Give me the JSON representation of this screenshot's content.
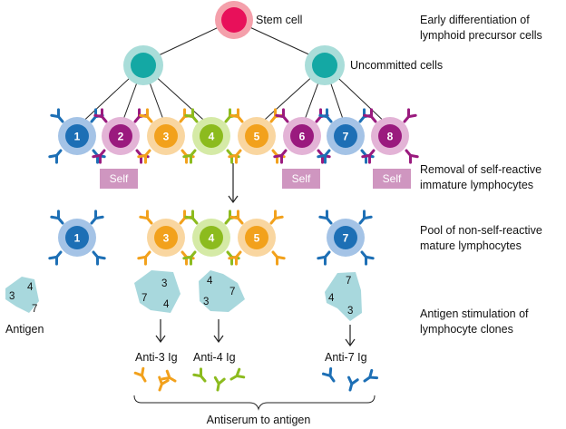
{
  "labels": {
    "stem_cell": "Stem cell",
    "uncommitted": "Uncommitted cells",
    "self": "Self",
    "antigen": "Antigen",
    "anti3": "Anti-3 Ig",
    "anti4": "Anti-4 Ig",
    "anti7": "Anti-7 Ig",
    "antiserum": "Antiserum to antigen"
  },
  "stages": [
    {
      "line1": "Early differentiation of",
      "line2": "lymphoid precursor cells"
    },
    {
      "line1": "Removal of self-reactive",
      "line2": "immature lymphocytes"
    },
    {
      "line1": "Pool of non-self-reactive",
      "line2": "mature lymphocytes"
    },
    {
      "line1": "Antigen stimulation of",
      "line2": "lymphocyte clones"
    }
  ],
  "cells": [
    "1",
    "2",
    "3",
    "4",
    "5",
    "6",
    "7",
    "8"
  ],
  "pool_cells": [
    "1",
    "3",
    "4",
    "5",
    "7"
  ],
  "epitopes": {
    "free_antigen": [
      "3",
      "4",
      "7"
    ],
    "antigen_3": [
      "3",
      "7",
      "4"
    ],
    "antigen_4": [
      "4",
      "3",
      "7"
    ],
    "antigen_7": [
      "7",
      "4",
      "3"
    ]
  },
  "colors": {
    "stem_ring": "#f4a0ab",
    "stem_core": "#e8105a",
    "uncommitted_ring": "#a9ddd9",
    "uncommitted_core": "#14a8a4",
    "cell1": "#1d6fb5",
    "cell2": "#9a1a7e",
    "cell3": "#f2a11c",
    "cell4": "#8cbb1e",
    "cell5": "#f2a11c",
    "cell6": "#9a1a7e",
    "cell7": "#1d6fb5",
    "cell8": "#9a1a7e",
    "self_box": "#cf96c0",
    "antigen": "#a8d8dd"
  }
}
